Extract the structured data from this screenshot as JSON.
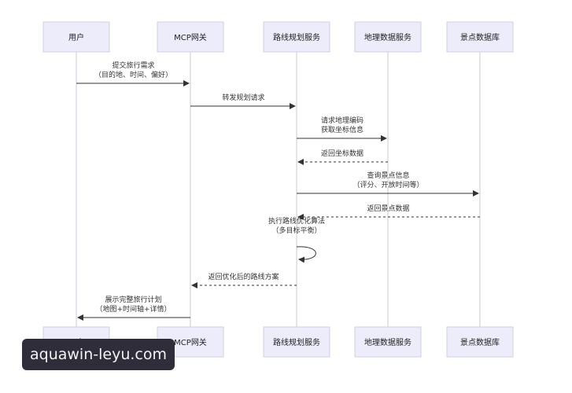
{
  "actors": [
    "用户",
    "MCP网关",
    "路线规划服务",
    "地理数据服务",
    "景点数据库"
  ],
  "messages": [
    {
      "from": 0,
      "to": 1,
      "lines": [
        "提交旅行需求",
        "（目的地、时间、偏好）"
      ],
      "dashed": false
    },
    {
      "from": 1,
      "to": 2,
      "lines": [
        "转发规划请求"
      ],
      "dashed": false
    },
    {
      "from": 2,
      "to": 3,
      "lines": [
        "请求地理编码",
        "获取坐标信息"
      ],
      "dashed": false
    },
    {
      "from": 3,
      "to": 2,
      "lines": [
        "返回坐标数据"
      ],
      "dashed": true
    },
    {
      "from": 2,
      "to": 4,
      "lines": [
        "查询景点信息",
        "（评分、开放时间等）"
      ],
      "dashed": false
    },
    {
      "from": 4,
      "to": 2,
      "lines": [
        "返回景点数据"
      ],
      "dashed": true
    },
    {
      "from": 2,
      "to": 2,
      "lines": [
        "执行路线优化算法",
        "（多目标平衡）"
      ],
      "dashed": false,
      "self": true
    },
    {
      "from": 2,
      "to": 1,
      "lines": [
        "返回优化后的路线方案"
      ],
      "dashed": true
    },
    {
      "from": 1,
      "to": 0,
      "lines": [
        "展示完整旅行计划",
        "（地图+时间轴+详情）"
      ],
      "dashed": false
    }
  ],
  "watermark": "aquawin-leyu.com"
}
